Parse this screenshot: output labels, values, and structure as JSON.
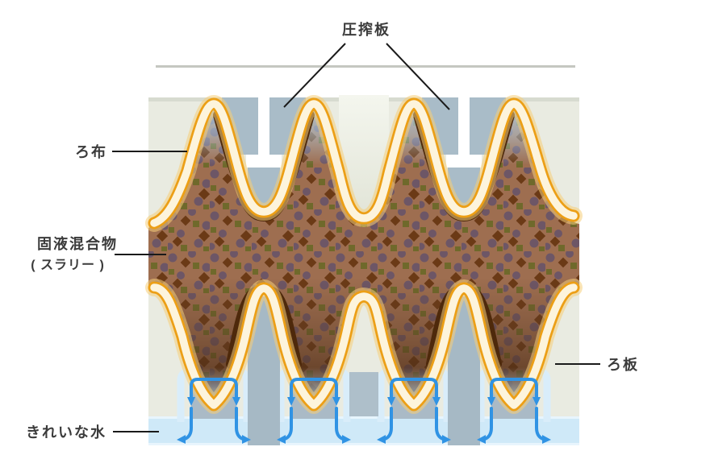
{
  "diagram": {
    "type": "filter-press-cross-section",
    "labels": {
      "press_plate": "圧搾板",
      "filter_cloth": "ろ布",
      "slurry_line1": "固液混合物",
      "slurry_line2": "( スラリー )",
      "clean_water": "きれいな水",
      "filter_plate": "ろ板"
    },
    "colors": {
      "page_background": "#ffffff",
      "panel_beige": "#e9ebe1",
      "panel_top_shadow": "#c9cdc2",
      "top_rail_line": "#c5c7c1",
      "press_plate_grey": "#a9bcc8",
      "bottom_column_grey": "#a6b9c5",
      "channel_block_grey": "#aabac6",
      "slurry_brown": "#9e6e50",
      "slurry_dark": "#46280f",
      "slurry_tip_blue": "#b5d3e7",
      "dot_circle": "#6d5666",
      "dot_diamond": "#6b3a16",
      "dot_square": "#6f692b",
      "cloth_cream": "#fdf4dc",
      "cloth_gold": "#ec9f16",
      "cloth_glow": "#f6cd79",
      "cloth_dark_lining": "#4e290b",
      "water_strip_blue": "#cfe9f8",
      "channel_outline_blue": "#d9edfa",
      "arrow_blue": "#3093e4",
      "label_text": "#3b3b3b",
      "leader_line": "#1a1a1a"
    }
  }
}
